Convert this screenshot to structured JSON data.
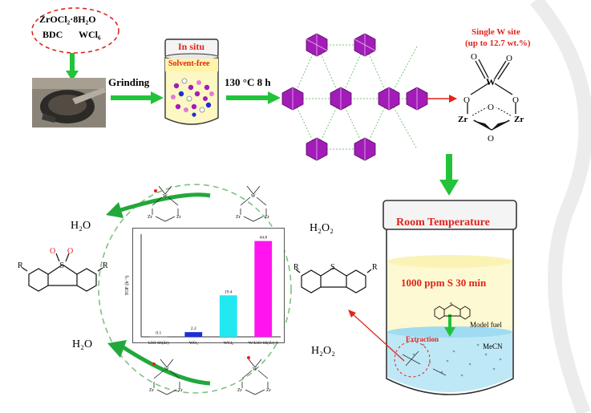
{
  "reagents": {
    "line1": "ZrOCl₂·8H₂O",
    "bdc": "BDC",
    "wcl6": "WCl₆"
  },
  "steps": {
    "grinding": "Grinding",
    "conditions": "130 °C 8 h"
  },
  "jar": {
    "title": "In situ",
    "subtitle": "Solvent-free"
  },
  "site": {
    "title": "Single W site",
    "loading": "(up to 12.7 wt.%)"
  },
  "site_atoms": {
    "w": "W",
    "o_top1": "O",
    "o_top2": "O",
    "o_left": "O",
    "o_right": "O",
    "o_mid": "O",
    "o_bottom": "O",
    "zr_left": "Zr",
    "zr_right": "Zr"
  },
  "reactor": {
    "title": "Room Temperature",
    "conditions": "1000 ppm S  30 min",
    "model_fuel": "Model fuel",
    "mecn": "MeCN",
    "extraction": "Extraction"
  },
  "cycle": {
    "h2o_top": "H₂O",
    "h2o2_top": "H₂O₂",
    "h2o_bottom": "H₂O",
    "h2o2_bottom": "H₂O₂"
  },
  "molecule": {
    "r_left": "R",
    "r_right": "R",
    "s": "S",
    "o_left": "O",
    "o_right": "O"
  },
  "colors": {
    "green": "#22c33a",
    "red": "#e0241b",
    "purple": "#a21cb8",
    "blue": "#1c2fd6",
    "cyan": "#22e8f2",
    "magenta": "#ff14f0"
  },
  "chart_data": {
    "type": "bar",
    "categories": [
      "UiO-66(Zr)",
      "WO₃",
      "WCl₆",
      "W/UiO-66(Zr)-8"
    ],
    "values": [
      0.1,
      2.2,
      19.4,
      44.8
    ],
    "data_labels": [
      "0.1",
      "2.2",
      "19.4",
      "44.8"
    ],
    "colors": [
      "#7a7a7a",
      "#1c2fd6",
      "#22e8f2",
      "#ff14f0"
    ],
    "ylabel": "TOF (h⁻¹)",
    "ylim": [
      0,
      48
    ]
  }
}
